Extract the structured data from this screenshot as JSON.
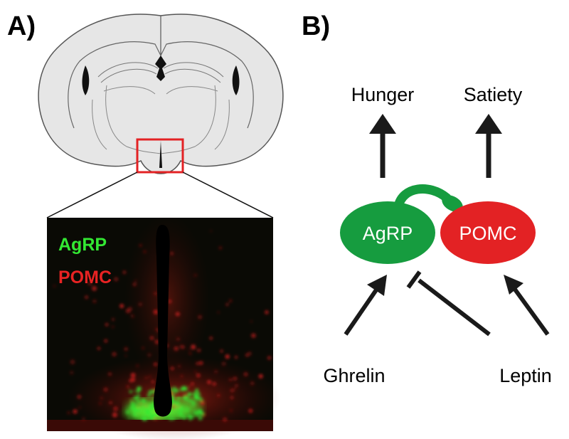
{
  "panels": {
    "a_label": "A)",
    "b_label": "B)"
  },
  "micrograph": {
    "legend_agrp": "AgRP",
    "legend_pomc": "POMC",
    "colors": {
      "agrp": "#33e833",
      "pomc": "#e82323",
      "background": "#0a0a05"
    }
  },
  "diagram": {
    "hunger": "Hunger",
    "satiety": "Satiety",
    "agrp": "AgRP",
    "pomc": "POMC",
    "ghrelin": "Ghrelin",
    "leptin": "Leptin",
    "colors": {
      "agrp": "#169c3f",
      "pomc": "#e32224",
      "arrow": "#1a1a1a"
    }
  }
}
